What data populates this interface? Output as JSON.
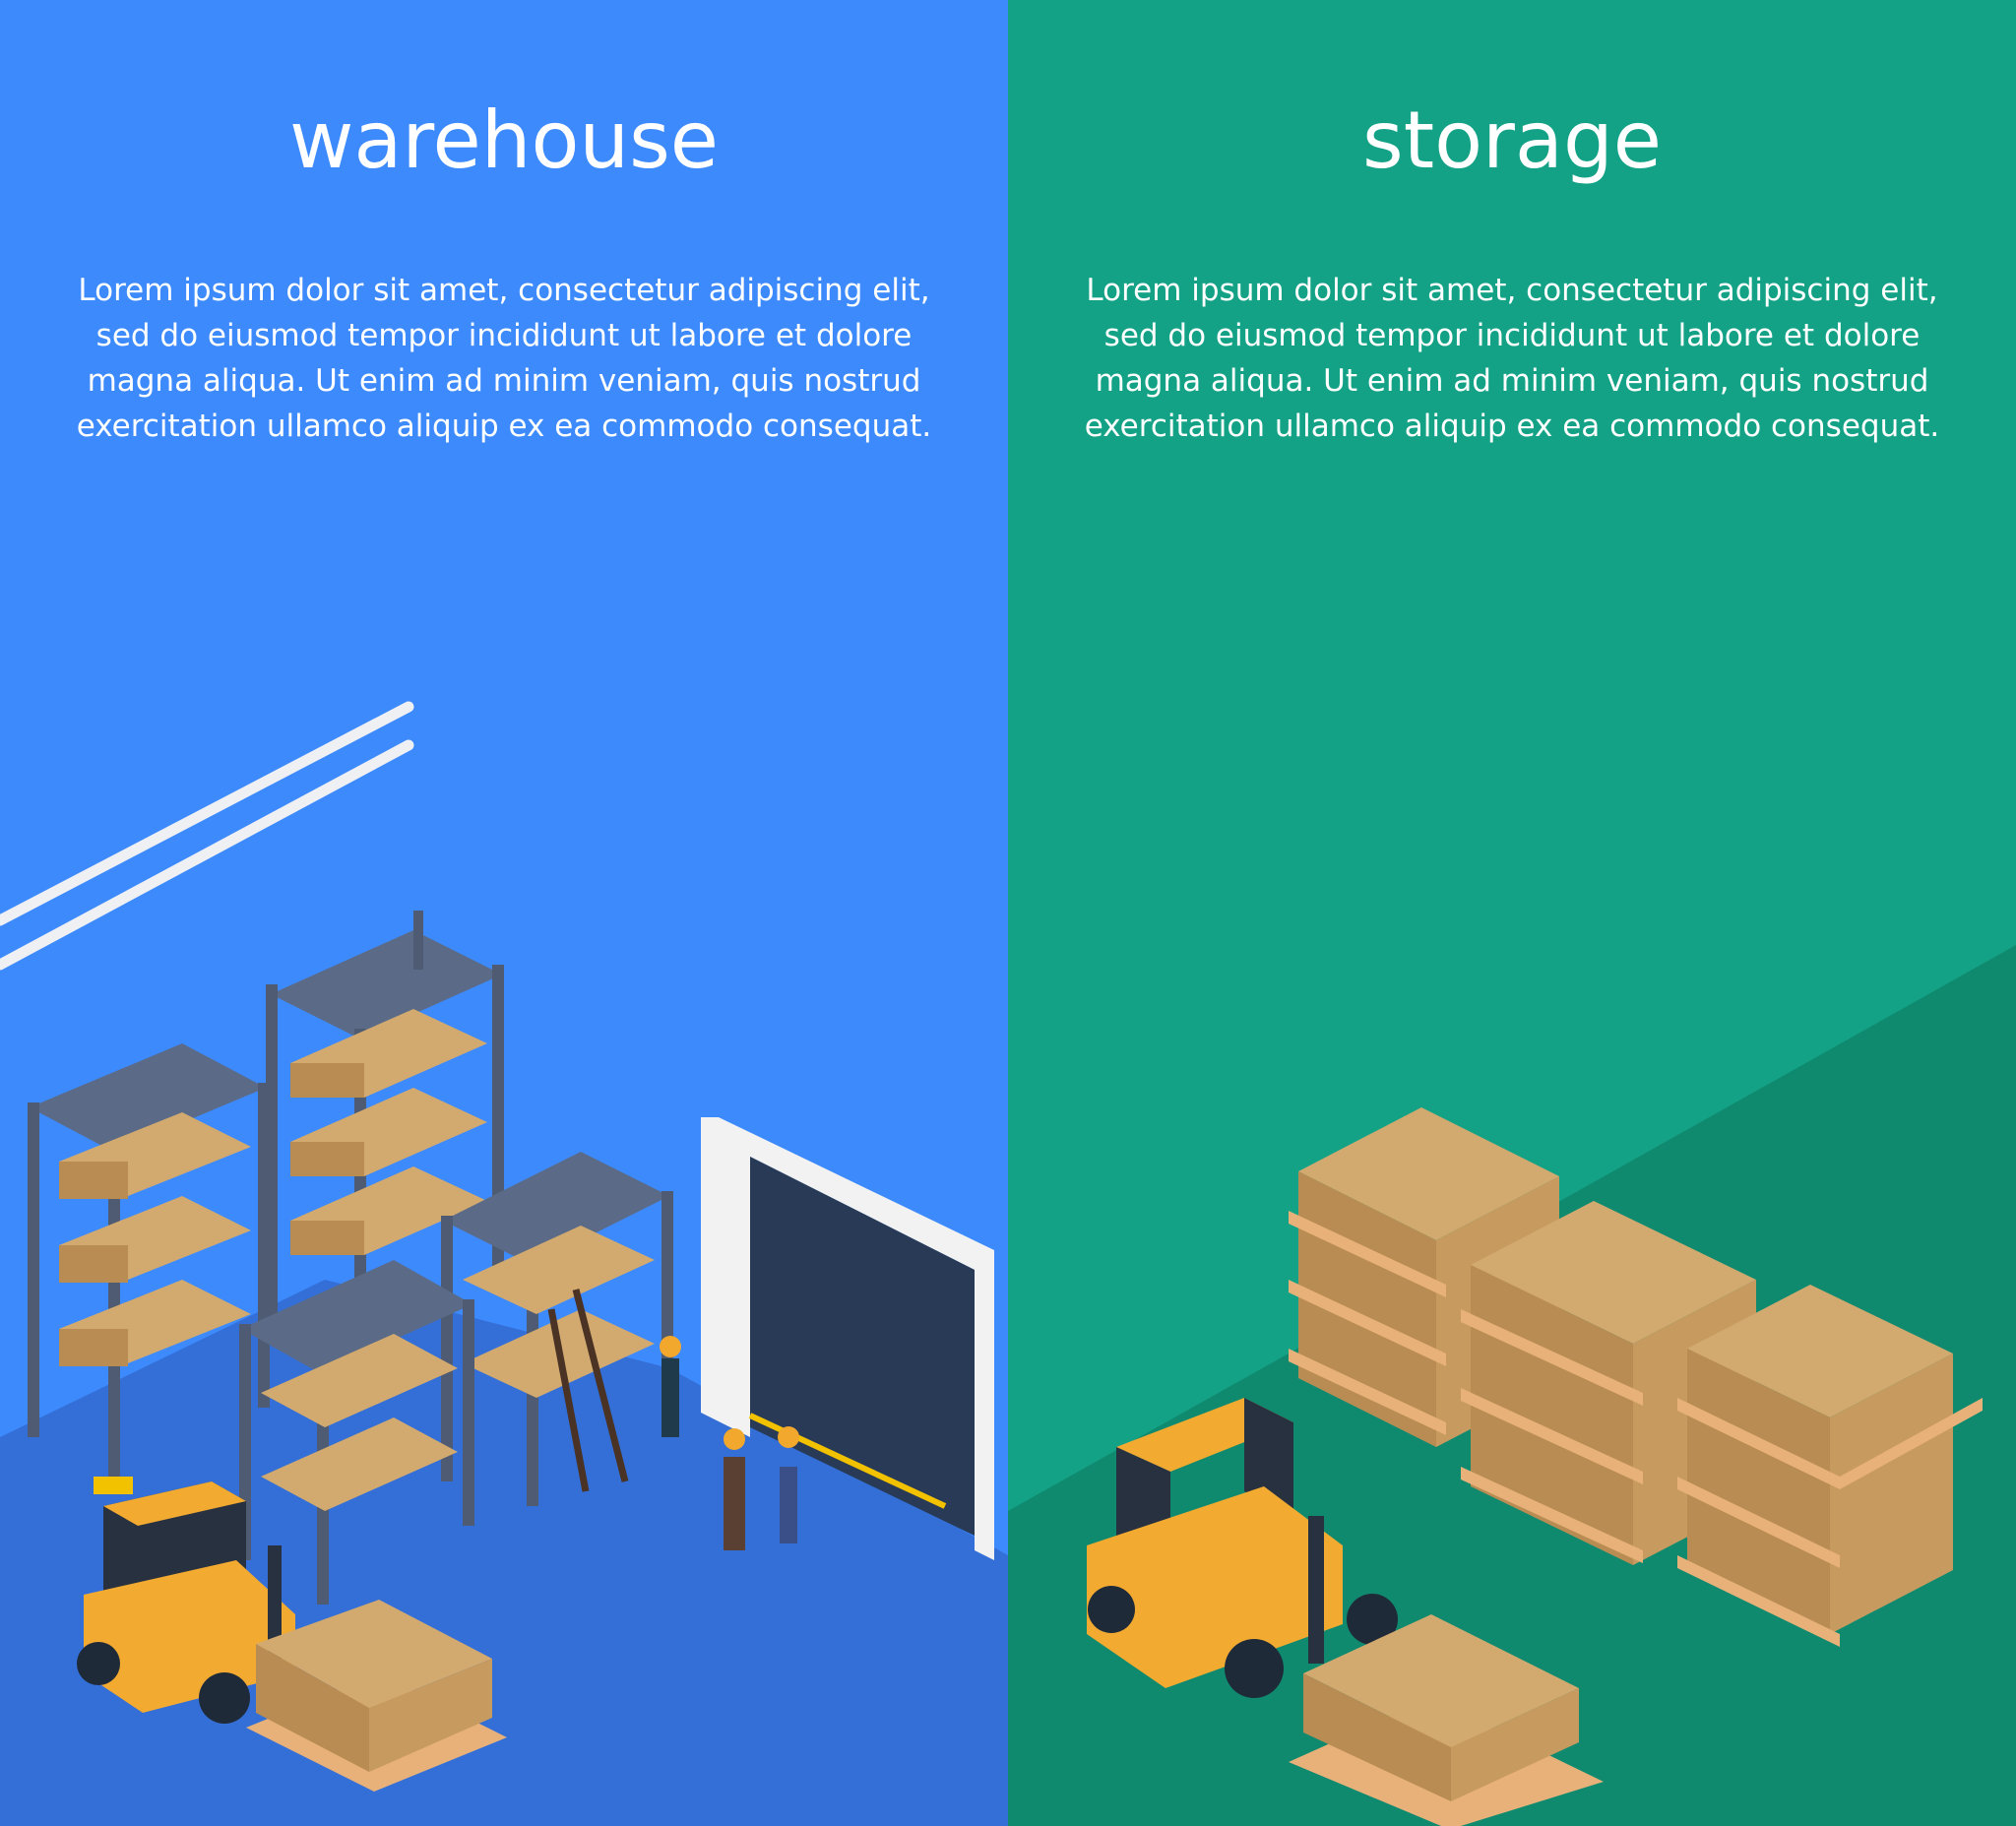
{
  "colors": {
    "left_background": "#3d8afd",
    "left_floor": "#336fd6",
    "right_background": "#14a287",
    "right_floor": "#0f8a6f",
    "box": "#d2aa6f",
    "pallet": "#e7b179",
    "rack_frame": "#4e5b72",
    "forklift": "#f2aa31",
    "dock_door": "#283a55"
  },
  "left": {
    "title": "warehouse",
    "body": "Lorem ipsum dolor sit amet, consectetur adipiscing elit, sed do eiusmod tempor incididunt ut labore et dolore magna aliqua. Ut enim ad minim veniam, quis nostrud exercitation ullamco aliquip ex ea commodo consequat."
  },
  "right": {
    "title": "storage",
    "body": "Lorem ipsum dolor sit amet, consectetur adipiscing elit, sed do eiusmod tempor incididunt ut labore et dolore magna aliqua. Ut enim ad minim veniam, quis nostrud exercitation ullamco aliquip ex ea commodo consequat."
  },
  "icons": {
    "left_scene": "warehouse-illustration-icon",
    "right_scene": "storage-illustration-icon"
  }
}
